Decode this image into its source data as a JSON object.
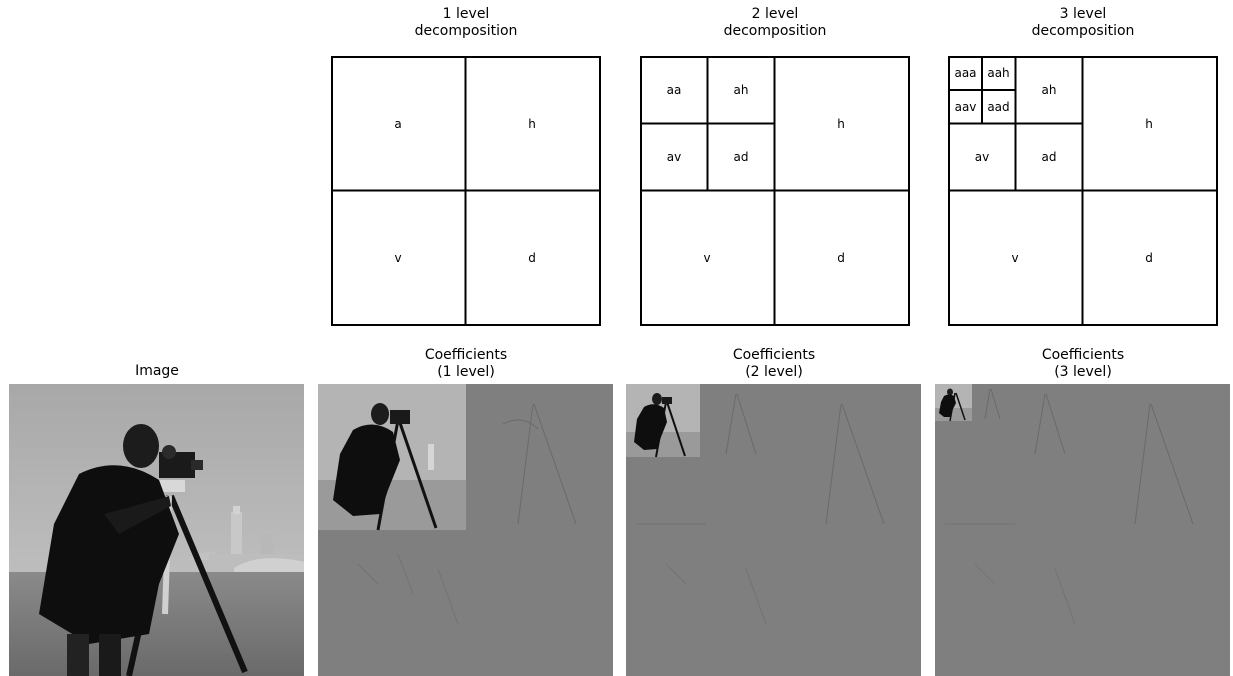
{
  "diagram_panels": [
    {
      "title": "1 level\ndecomposition",
      "labels": [
        "a",
        "h",
        "v",
        "d"
      ]
    },
    {
      "title": "2 level\ndecomposition",
      "labels": [
        "aa",
        "ah",
        "av",
        "ad",
        "h",
        "v",
        "d"
      ]
    },
    {
      "title": "3 level\ndecomposition",
      "labels": [
        "aaa",
        "aah",
        "aav",
        "aad",
        "ah",
        "av",
        "ad",
        "h",
        "v",
        "d"
      ]
    }
  ],
  "image_panels": [
    {
      "title": "Image",
      "content": "original-photo"
    },
    {
      "title": "Coefficients\n(1 level)",
      "content": "coefficients",
      "levels": 1
    },
    {
      "title": "Coefficients\n(2 level)",
      "content": "coefficients",
      "levels": 2
    },
    {
      "title": "Coefficients\n(3 level)",
      "content": "coefficients",
      "levels": 3
    }
  ],
  "colors": {
    "background": "#ffffff",
    "grid_line": "#000000",
    "coefficient_gray": "#7f7f7f"
  }
}
